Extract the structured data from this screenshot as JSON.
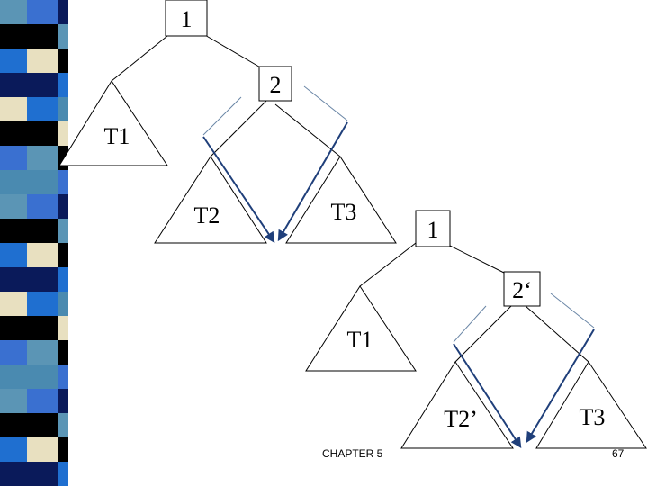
{
  "colors": {
    "line": "#000000",
    "arrow": "#1f3f7a",
    "thin_arrow": "#6a86a6",
    "strip": [
      "#5b95b5",
      "#0a1a5a",
      "#3a70d0",
      "#000000",
      "#e8e0c0",
      "#4a8ab0",
      "#1f6fd0",
      "#000000"
    ]
  },
  "diagram1": {
    "root": "1",
    "child": "2",
    "t1": "T1",
    "t2": "T2",
    "t3": "T3"
  },
  "diagram2": {
    "root": "1",
    "child": "2‘",
    "t1": "T1",
    "t2": "T2’",
    "t3": "T3"
  },
  "footer": {
    "chapter": "CHAPTER 5",
    "page": "67"
  }
}
